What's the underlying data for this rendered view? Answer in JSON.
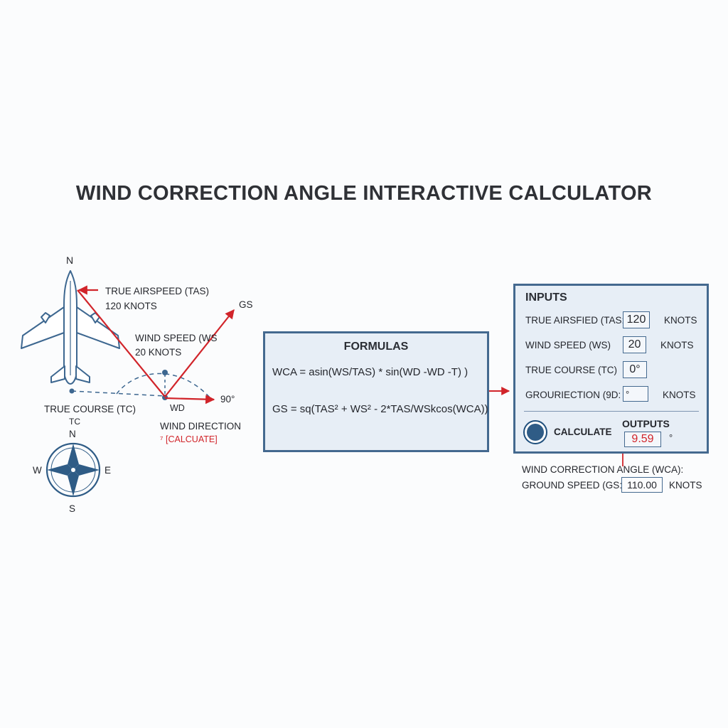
{
  "title": "WIND CORRECTION ANGLE INTERACTIVE CALCULATOR",
  "diagram": {
    "north_label": "N",
    "tas_label_line1": "TRUE AIRSPEED (TAS)",
    "tas_label_line2": "120 KNOTS",
    "gs_label": "GS",
    "ws_label_line1": "WIND SPEED (WS",
    "ws_label_line2": "20 KNOTS",
    "angle_label": "90°",
    "wd_label": "WD",
    "tc_label": "TRUE COURSE (TC)",
    "tc_short": "TC",
    "wind_direction_label": "WIND DIRECTION",
    "calculate_link": "⁷ [CALCUATE]"
  },
  "compass": {
    "n": "N",
    "s": "S",
    "e": "E",
    "w": "W"
  },
  "formulas": {
    "header": "FORMULAS",
    "wca": "WCA = asin(WS/TAS) * sin(WD -WD -T) )",
    "gs": "GS = sq(TAS² + WS² - 2*TAS/WSkcos(WCA))"
  },
  "inputs": {
    "header": "INPUTS",
    "tas": {
      "label": "TRUE AIRSFIED (TAS:",
      "value": "120",
      "unit": "KNOTS"
    },
    "ws": {
      "label": "WIND SPEED (WS)",
      "value": "20",
      "unit": "KNOTS"
    },
    "tc": {
      "label": "TRUE COURSE (TC)",
      "value": "0°"
    },
    "gd": {
      "label": "GROURIECTION (9D:",
      "value": "°",
      "unit": "KNOTS"
    },
    "calculate_label": "CALCULATE"
  },
  "outputs": {
    "header": "OUTPUTS",
    "wca_value": "9.59",
    "wca_unit": "°",
    "wca_label": "WIND CORRECTION ANGLE (WCA):",
    "gs_label": "GROUND SPEED (GS:",
    "gs_value": "110.00",
    "gs_unit": "KNOTS"
  },
  "colors": {
    "accent_red": "#d1242a",
    "navy": "#2f5c86",
    "panel_fill": "#e7eef6",
    "panel_border": "#44698f"
  }
}
